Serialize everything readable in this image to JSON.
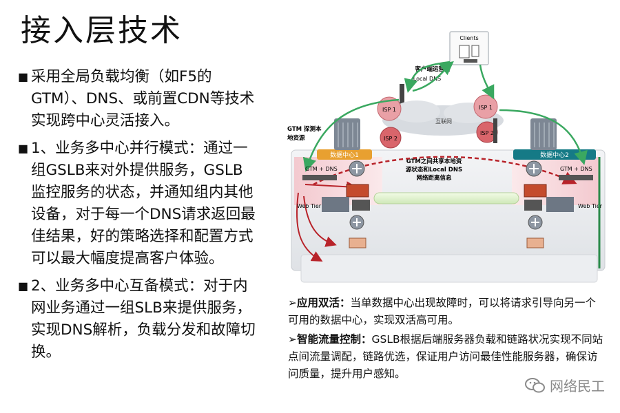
{
  "title": "接入层技术",
  "bullets": [
    {
      "mark": "■",
      "text": "采用全局负载均衡（如F5的GTM）、DNS、或前置CDN等技术实现跨中心灵活接入。"
    },
    {
      "mark": "■",
      "text": "1、业务多中心并行模式：通过一组GSLB来对外提供服务，GSLB监控服务的状态，并通知组内其他设备，对于每一个DNS请求返回最佳结果，好的策略选择和配置方式可以最大幅度提高客户体验。"
    },
    {
      "mark": "■",
      "text": "2、业务多中心互备模式：对于内网业务通过一组SLB来提供服务，实现DNS解析，负载分发和故障切换。"
    }
  ],
  "diagram": {
    "clients": "Clients",
    "local_dns_1": "客户端运营商",
    "local_dns_2": "Local DNS",
    "internet": "互联网",
    "isp1_left": "ISP 1",
    "isp2_left": "ISP 2",
    "isp1_right": "ISP 1",
    "isp2_right": "ISP 2",
    "gtm_probe_1": "GTM 探测本",
    "gtm_probe_2": "地资源",
    "dc1": "数据中心1",
    "dc2": "数据中心2",
    "gtm_dns_left": "GTM + DNS",
    "gtm_dns_right": "GTM + DNS",
    "gtm_share_1": "GTM之间共享本地资",
    "gtm_share_2": "源状态和Local DNS",
    "gtm_share_3": "网络距离信息",
    "web_tier_left": "Web Tier",
    "web_tier_right": "Web Tier"
  },
  "notes": [
    {
      "marker": "➢",
      "lead": "应用双活：",
      "text": "当单数据中心出现故障时，可以将请求引导向另一个可用的数据中心，实现双活高可用。"
    },
    {
      "marker": "➢",
      "lead": "智能流量控制：",
      "text": "GSLB根据后端服务器负载和链路状况实现不同站点间流量调配，链路优选，保证用户访问最佳性能服务器，确保访问质量，提升用户感知。"
    }
  ],
  "watermark": {
    "icon": "wechat-icon",
    "text": "网络民工"
  },
  "colors": {
    "green_arrow": "#3aa860",
    "red_arrow": "#b8232a",
    "dc2_band": "#157a86",
    "dc1_band": "#e8a030",
    "isp_red": "#d9656b"
  }
}
